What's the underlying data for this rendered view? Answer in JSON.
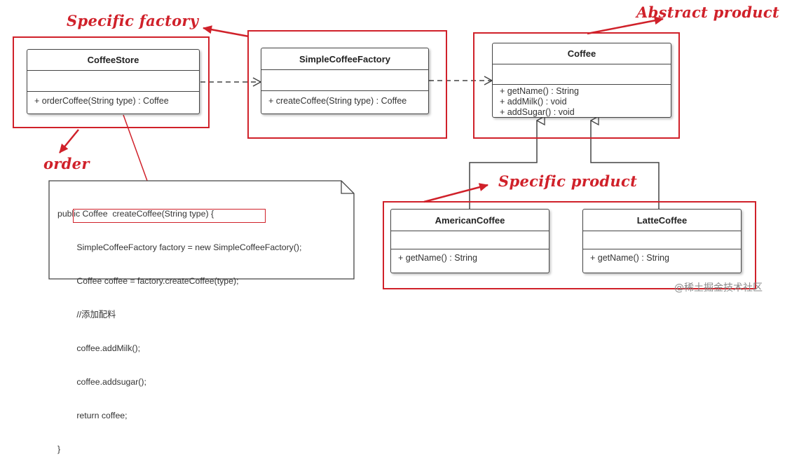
{
  "labels": {
    "specific_factory": "Specific factory",
    "abstract_product": "Abstract product",
    "order": "order",
    "specific_product": "Specific product"
  },
  "classes": {
    "coffee_store": {
      "name": "CoffeeStore",
      "ops": [
        "+ orderCoffee(String type) : Coffee"
      ]
    },
    "simple_factory": {
      "name": "SimpleCoffeeFactory",
      "ops": [
        "+ createCoffee(String type) : Coffee"
      ]
    },
    "coffee": {
      "name": "Coffee",
      "ops": [
        "+ getName() : String",
        "+ addMilk() : void",
        "+ addSugar() : void"
      ]
    },
    "american": {
      "name": "AmericanCoffee",
      "ops": [
        "+ getName() : String"
      ]
    },
    "latte": {
      "name": "LatteCoffee",
      "ops": [
        "+ getName() : String"
      ]
    }
  },
  "note": {
    "lines": [
      "public Coffee  createCoffee(String type) {",
      "        SimpleCoffeeFactory factory = new SimpleCoffeeFactory();",
      "        Coffee coffee = factory.createCoffee(type);",
      "        //添加配料",
      "        coffee.addMilk();",
      "        coffee.addsugar();",
      "        return coffee;",
      "}"
    ]
  },
  "watermark": "@稀土掘金技术社区",
  "colors": {
    "annotation": "#d0212a",
    "line": "#444444"
  }
}
